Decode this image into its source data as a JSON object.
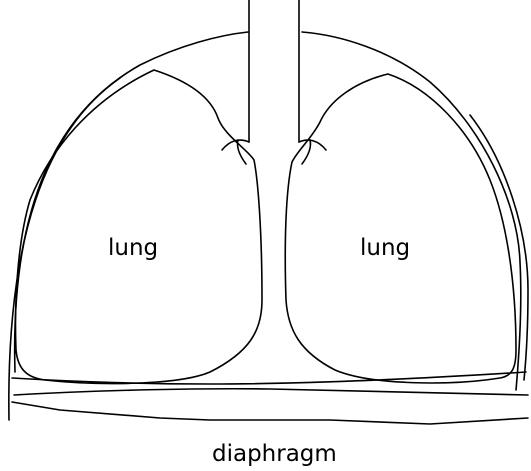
{
  "labels": {
    "left_lung": "lung",
    "right_lung": "lung",
    "diaphragm": "diaphragm"
  },
  "colors": {
    "line": "#000000",
    "background": "#ffffff"
  }
}
